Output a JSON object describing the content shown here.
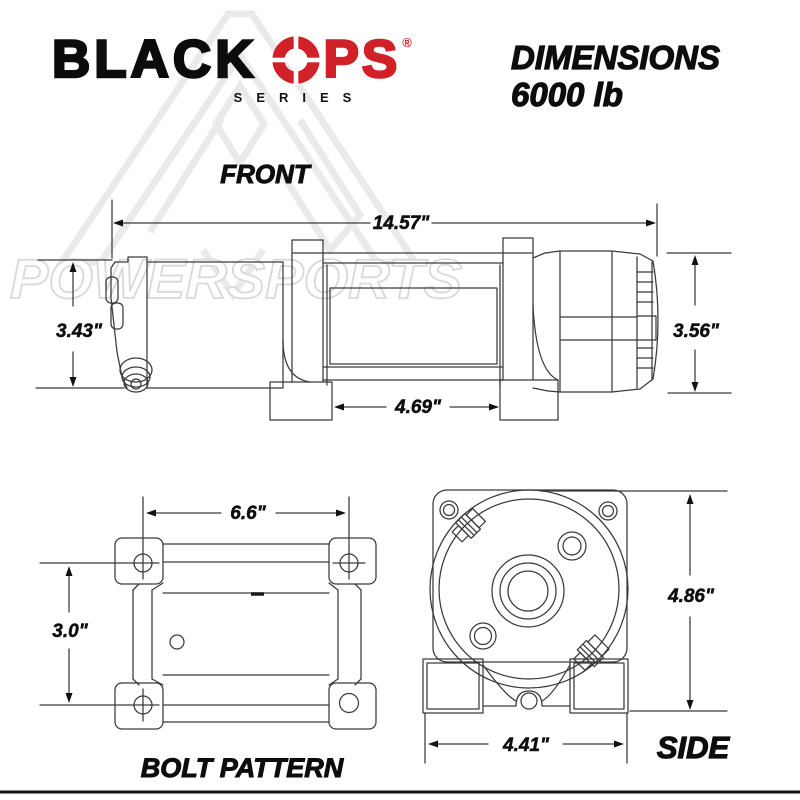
{
  "brand": {
    "word1": "BLACK",
    "word2": "PS",
    "registered": "®",
    "subtitle": "SERIES"
  },
  "title": {
    "line1": "DIMENSIONS",
    "line2": "6000 lb"
  },
  "watermark": {
    "text": "POWERSPORTS"
  },
  "front_view": {
    "label": "FRONT",
    "dim_overall_width": "14.57\"",
    "dim_left_height": "3.43\"",
    "dim_right_height": "3.56\"",
    "dim_drum_width": "4.69\""
  },
  "bolt_pattern_view": {
    "label": "BOLT PATTERN",
    "dim_width": "6.6\"",
    "dim_height": "3.0\""
  },
  "side_view": {
    "label": "SIDE",
    "dim_height": "4.86\"",
    "dim_width": "4.41\""
  },
  "colors": {
    "brand_red": "#cf2127",
    "line_color": "#3a3a3a",
    "watermark_gray": "#e8e8e8"
  }
}
